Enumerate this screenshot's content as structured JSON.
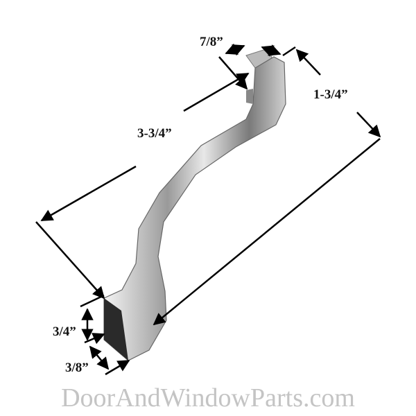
{
  "labels": {
    "top_width": "7/8”",
    "overall_length": "3-3/4”",
    "projection": "1-3/4”",
    "base_height": "3/4”",
    "base_width": "3/8”"
  },
  "watermark": "DoorAndWindowParts.com",
  "colors": {
    "line": "#000000",
    "metal": "#c8c8c8",
    "watermark": "#c4c4c4"
  }
}
